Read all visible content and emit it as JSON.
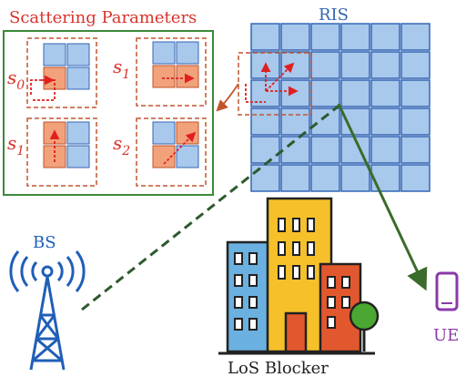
{
  "panel": {
    "title": "Scattering Parameters",
    "params": [
      {
        "sym": "s",
        "sub": "0"
      },
      {
        "sym": "s",
        "sub": "1"
      },
      {
        "sym": "s",
        "sub": "1"
      },
      {
        "sym": "s",
        "sub": "2"
      }
    ]
  },
  "labels": {
    "ris": "RIS",
    "bs": "BS",
    "ue": "UE",
    "blocker": "LoS Blocker"
  },
  "colors": {
    "title_red": "#d9332b",
    "panel_border": "#3a8a3a",
    "ris_cell": "#a8c8ec",
    "ris_border": "#3466b4",
    "orange_cell": "#f2a27a",
    "orange_border": "#c0522a",
    "dashed_box": "#c2552e",
    "arrow_red": "#e02020",
    "bs_blue": "#1f5fb8",
    "bs_link": "#2e5a2e",
    "ue_link": "#3b6b2b",
    "ue_purple": "#8a3aa8",
    "blue_building": "#6ab0e0",
    "yellow_building": "#f5c02a",
    "red_building": "#e2582e",
    "tree_green": "#4aa832"
  }
}
